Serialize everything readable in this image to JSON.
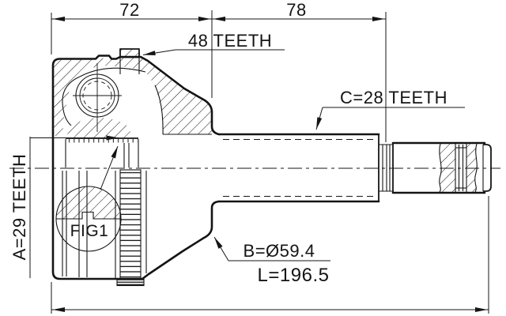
{
  "drawing": {
    "figure_label": "FIG1",
    "dimensions": {
      "width_left": "72",
      "width_right": "78",
      "overall_length": "L=196.5",
      "outer_diameter": "B=Ø59.4"
    },
    "teeth": {
      "abs_ring": "48 TEETH",
      "shaft_spline": "C=28 TEETH",
      "inner_race_spline": "A=29 TEETH"
    },
    "colors": {
      "ink": "#141414",
      "paper": "#ffffff"
    }
  }
}
